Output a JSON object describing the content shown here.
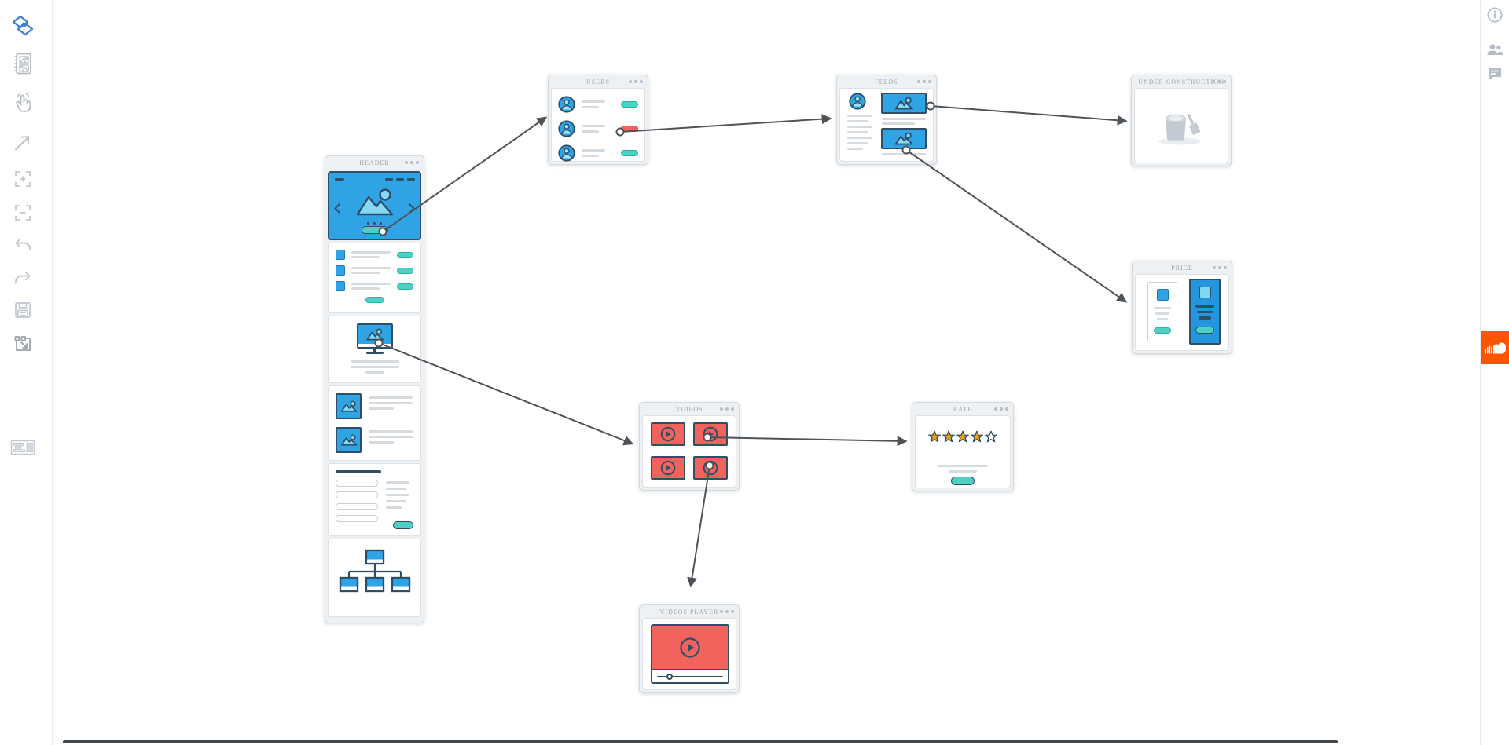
{
  "canvas": {
    "cards": {
      "header": {
        "title": "HEADER"
      },
      "users": {
        "title": "USERS"
      },
      "feeds": {
        "title": "FEEDS"
      },
      "under_construction": {
        "title": "UNDER CONSTRUCTION"
      },
      "price": {
        "title": "PRICE"
      },
      "videos": {
        "title": "VIDEOS"
      },
      "rate": {
        "title": "RATE"
      },
      "videos_player": {
        "title": "VIDEOS PLAYER"
      }
    },
    "connections": [
      {
        "from": "header.hero-button",
        "to": "users"
      },
      {
        "from": "users.row-2-button",
        "to": "feeds"
      },
      {
        "from": "feeds.image-1",
        "to": "under_construction"
      },
      {
        "from": "feeds.image-2",
        "to": "price"
      },
      {
        "from": "header.monitor-image",
        "to": "videos"
      },
      {
        "from": "videos.thumb-2",
        "to": "rate"
      },
      {
        "from": "videos.thumb-4",
        "to": "videos_player"
      }
    ],
    "rate_stars": {
      "filled": 4,
      "total": 5
    }
  },
  "toolbar_left": {
    "items": [
      {
        "icon": "wireflow-logo"
      },
      {
        "icon": "elements-library"
      },
      {
        "icon": "tap-tool"
      },
      {
        "icon": "arrow-tool"
      },
      {
        "icon": "zoom-in"
      },
      {
        "icon": "zoom-out"
      },
      {
        "icon": "undo"
      },
      {
        "icon": "redo"
      },
      {
        "icon": "save"
      },
      {
        "icon": "export-frame"
      },
      {
        "icon": "keyboard-shortcuts"
      }
    ]
  },
  "sidebar_right": {
    "items": [
      {
        "icon": "info"
      },
      {
        "icon": "collaborators"
      },
      {
        "icon": "chat"
      }
    ],
    "badge": {
      "icon": "soundcloud"
    }
  },
  "colors": {
    "blue": "#2fa3e4",
    "light_blue": "#86d9f5",
    "navy": "#2f4f68",
    "teal": "#4fd0c5",
    "red": "#f2635b",
    "orange": "#f39c12",
    "line_gray": "#d6dbdf",
    "title_gray": "#9aa4ad",
    "icon_gray": "#b6bdc4",
    "arrow_gray": "#4f5357",
    "soundcloud_orange": "#ff5500",
    "logo_blue": "#3b7fd4"
  }
}
